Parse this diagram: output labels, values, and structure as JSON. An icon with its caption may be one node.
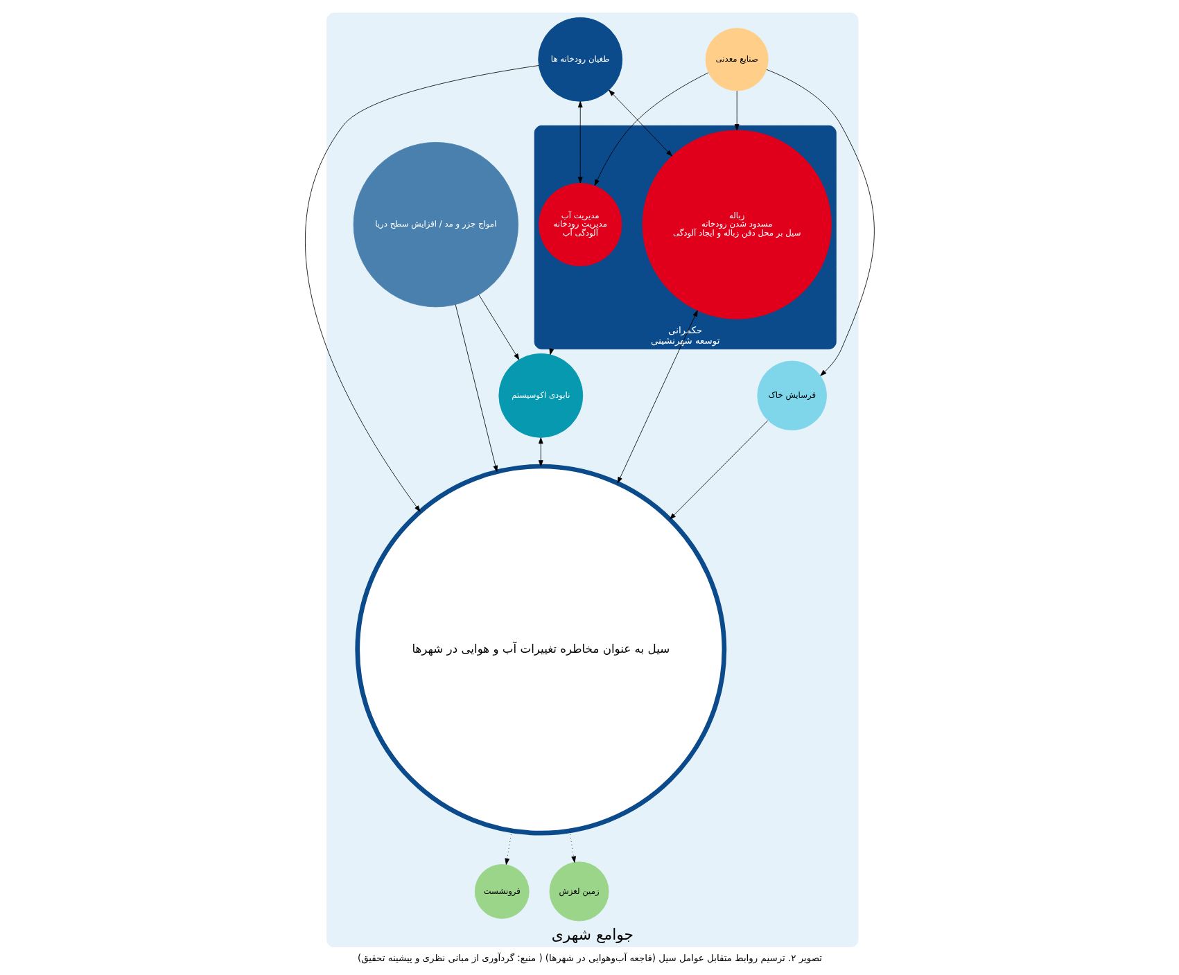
{
  "diagram": {
    "caption": "تصویر ۲. ترسیم روابط متقابل عوامل سیل (فاجعه آب‌وهوایی در شهرها) ( منبع: گردآوری از مبانی نظری و پیشینه تحقیق)",
    "nodes": [
      {
        "text": [
          "جوامع شهری"
        ]
      },
      {
        "text": [
          "حکمرانی",
          "توسعه شهرنشینی"
        ],
        "in": 0
      },
      {
        "text": [
          "مدیریت آب",
          "مدیریت رودخانه",
          "آلودگی آب"
        ],
        "in": 1
      },
      {
        "text": [
          "زباله",
          "مسدود شدن رودخانه",
          "سیل بر محل دفن زباله و ایجاد آلودگی"
        ],
        "in": 1
      },
      {
        "text": [
          "صنایع معدنی"
        ],
        "in": 0
      },
      {
        "text": [
          "فرسایش خاک"
        ],
        "in": 0
      },
      {
        "text": [
          "سیل به عنوان مخاطره تغییرات آب و هوایی در شهرها"
        ],
        "in": 0
      },
      {
        "text": [
          "فرونشست"
        ],
        "in": 0
      },
      {
        "text": [
          "زمین لغزش"
        ],
        "in": 0
      },
      {
        "text": [
          "طغیان رودخانه ها"
        ],
        "in": 0
      },
      {
        "text": [
          "نابودی اکوسیستم"
        ],
        "in": 0
      },
      {
        "text": [
          "امواج جزر و مد / افزایش سطح دریا"
        ],
        "in": 0
      }
    ],
    "edges": [
      {
        "from": 4,
        "to": 2,
        "arrow": "to"
      },
      {
        "from": 4,
        "to": 3,
        "arrow": "to"
      },
      {
        "from": 4,
        "to": 5,
        "arrow": "to"
      },
      {
        "from": 5,
        "to": 6,
        "arrow": "to"
      },
      {
        "from": 1,
        "to": 10,
        "arrow": "to"
      },
      {
        "from": 3,
        "to": 6,
        "arrow": "both"
      },
      {
        "from": 9,
        "to": 2,
        "arrow": "both"
      },
      {
        "from": 9,
        "to": 3,
        "arrow": "both"
      },
      {
        "from": 6,
        "to": 7,
        "arrow": "to",
        "style": "dashed"
      },
      {
        "from": 6,
        "to": 8,
        "arrow": "to",
        "style": "dashed"
      },
      {
        "from": 9,
        "to": 6,
        "arrow": "to"
      },
      {
        "from": 10,
        "to": 6,
        "arrow": "both"
      },
      {
        "from": 11,
        "to": 6,
        "arrow": "to"
      },
      {
        "from": 11,
        "to": 10,
        "arrow": "to"
      }
    ]
  }
}
